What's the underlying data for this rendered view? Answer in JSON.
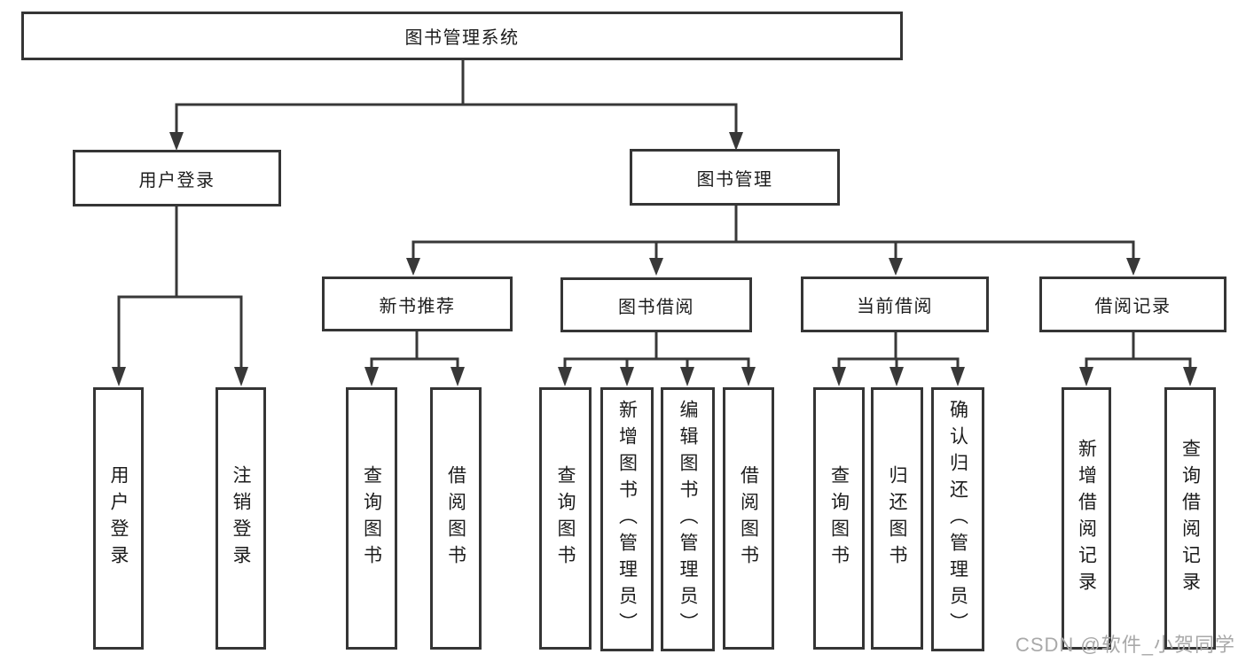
{
  "colors": {
    "line": "#383838",
    "box_border": "#353535",
    "text": "#1c1c1c",
    "watermark": "#a9a9a9",
    "background": "#ffffff"
  },
  "tree": {
    "root": {
      "label": "图书管理系统"
    },
    "level2": [
      {
        "label": "用户登录"
      },
      {
        "label": "图书管理"
      }
    ],
    "level3": [
      {
        "label": "新书推荐"
      },
      {
        "label": "图书借阅"
      },
      {
        "label": "当前借阅"
      },
      {
        "label": "借阅记录"
      }
    ],
    "leaves": {
      "user_login": [
        {
          "label": "用户登录"
        },
        {
          "label": "注销登录"
        }
      ],
      "new_book": [
        {
          "label": "查询图书"
        },
        {
          "label": "借阅图书"
        }
      ],
      "book_borrow": [
        {
          "label": "查询图书"
        },
        {
          "label": "新增图书（管理员）"
        },
        {
          "label": "编辑图书（管理员）"
        },
        {
          "label": "借阅图书"
        }
      ],
      "current_borrow": [
        {
          "label": "查询图书"
        },
        {
          "label": "归还图书"
        },
        {
          "label": "确认归还（管理员）"
        }
      ],
      "borrow_records": [
        {
          "label": "新增借阅记录"
        },
        {
          "label": "查询借阅记录"
        }
      ]
    }
  },
  "watermark": "CSDN @软件_小贺同学"
}
